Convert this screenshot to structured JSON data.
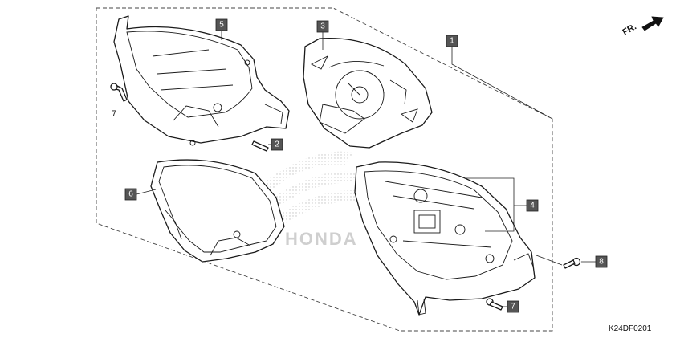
{
  "callouts": {
    "c1": "1",
    "c2": "2",
    "c3": "3",
    "c4": "4",
    "c5": "5",
    "c6": "6",
    "c7a": "7",
    "c7b": "7",
    "c8": "8"
  },
  "direction_label": "FR.",
  "drawing_code": "K24DF0201",
  "watermark_text": "HONDA"
}
